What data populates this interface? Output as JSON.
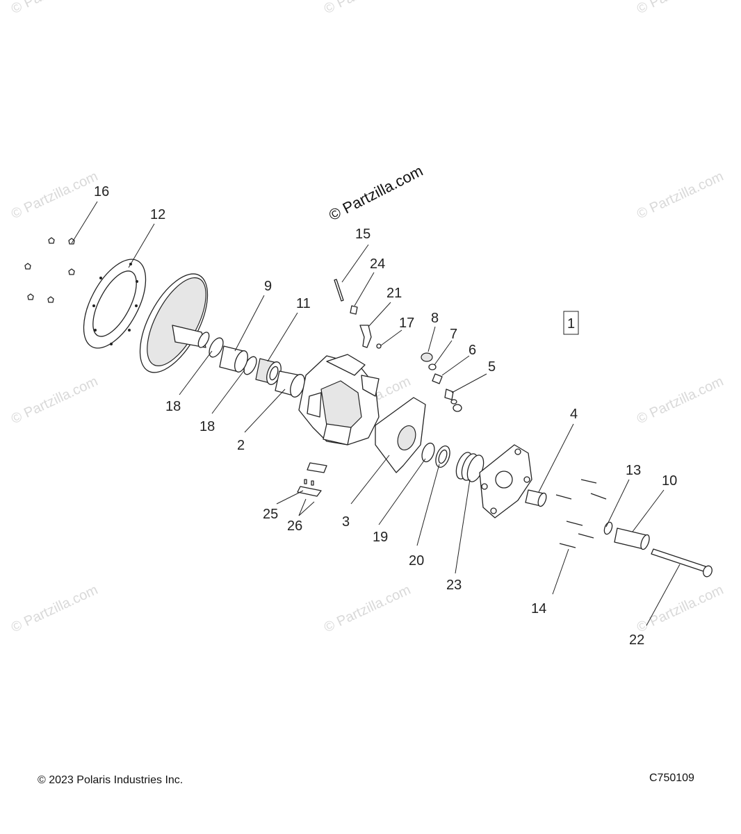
{
  "watermark": {
    "main": "© Partzilla.com",
    "faint": "© Partzilla.com"
  },
  "footer": {
    "copyright": "© 2023 Polaris Industries Inc.",
    "figure_code": "C750109"
  },
  "assembly_callout": "1",
  "callouts": {
    "c2": "2",
    "c3": "3",
    "c4": "4",
    "c5": "5",
    "c6": "6",
    "c7": "7",
    "c8": "8",
    "c9": "9",
    "c10": "10",
    "c11": "11",
    "c12": "12",
    "c13": "13",
    "c14": "14",
    "c15": "15",
    "c16": "16",
    "c17": "17",
    "c18a": "18",
    "c18b": "18",
    "c19": "19",
    "c20": "20",
    "c21": "21",
    "c22": "22",
    "c23": "23",
    "c24": "24",
    "c25": "25",
    "c26": "26"
  }
}
